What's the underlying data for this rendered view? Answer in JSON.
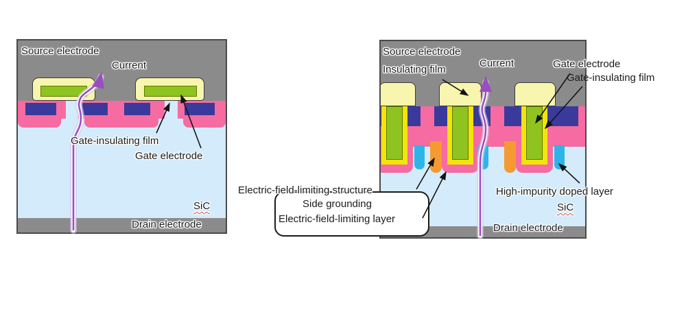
{
  "left_diagram": {
    "title_hint": "planar MOSFET cross-section",
    "labels": {
      "source_electrode": "Source electrode",
      "current": "Current",
      "gate_insulating_film": "Gate-insulating film",
      "gate_electrode": "Gate electrode",
      "sic": "SiC",
      "drain_electrode": "Drain electrode"
    }
  },
  "right_diagram": {
    "title_hint": "trench MOSFET cross-section",
    "labels": {
      "source_electrode": "Source electrode",
      "insulating_film": "Insulating film",
      "current": "Current",
      "gate_electrode": "Gate electrode",
      "gate_insulating_film": "Gate-insulating film",
      "efl_structure": "Electric-field-limiting structure",
      "side_grounding": "Side grounding",
      "efl_layer": "Electric-field-limiting layer",
      "high_impurity": "High-impurity doped layer",
      "sic": "SiC",
      "drain_electrode": "Drain electrode"
    }
  },
  "colors": {
    "electrode_gray": "#8b8b8b",
    "sic_light_blue": "#d3ebfa",
    "p_well_pink": "#f66ba1",
    "n_source_blue": "#3a3a9c",
    "cap_pale_yellow": "#f8f5ae",
    "gate_green": "#8fc31f",
    "trench_liner_yellow": "#f3e40e",
    "side_grounding_orange": "#f59a33",
    "high_impurity_cyan": "#2fb4e9",
    "current_purple": "#9a4fc0",
    "spellcheck_red": "#e04848",
    "white": "#ffffff"
  }
}
